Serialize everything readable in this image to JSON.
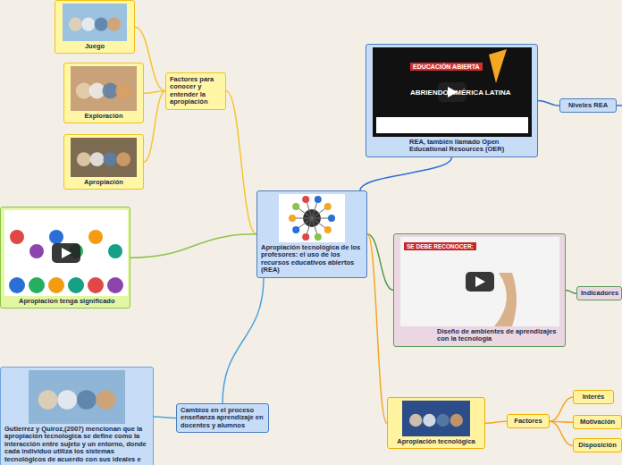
{
  "diagram": {
    "nodes": [
      {
        "text": [
          "Apropiación tecnológica de los profesores: el uso de los recursos educativos abiertos (REA)"
        ]
      },
      {
        "text": [
          "Factores para conocer y entender la apropiación"
        ]
      },
      {
        "text": [
          "Juego"
        ]
      },
      {
        "text": [
          "Exploración"
        ]
      },
      {
        "text": [
          "Apropiación"
        ]
      },
      {
        "text": [
          "Apropiacion tenga significado"
        ]
      },
      {
        "text": [
          "Cambios en el proceso enseñanza aprendizaje en docentes y alumnos"
        ]
      },
      {
        "text": [
          "Gutierrez y Quiroz,(2007) mencionan que la apropiación tecnologica se define como la interacción entre sujeto y un entorno, donde cada individuo utiliza los sistemas tecnológicos de acuerdo con sus ideales e"
        ]
      },
      {
        "text": [
          "REA, también llamado Open Educational Resources (OER)"
        ]
      },
      {
        "text": [
          "Niveles REA"
        ]
      },
      {
        "text": [
          "Diseño de ambientes de aprendizajes con la tecnología"
        ]
      },
      {
        "text": [
          "Indicadores"
        ]
      },
      {
        "text": [
          "Apropiación tecnológica"
        ]
      },
      {
        "text": [
          "Factores"
        ]
      },
      {
        "text": [
          "Interés"
        ]
      },
      {
        "text": [
          "Motivación"
        ]
      },
      {
        "text": [
          "Disposición"
        ]
      }
    ],
    "edges": [
      {
        "from": 0,
        "to": 1,
        "arrow": "none"
      },
      {
        "from": 1,
        "to": 2,
        "arrow": "none"
      },
      {
        "from": 1,
        "to": 3,
        "arrow": "none"
      },
      {
        "from": 1,
        "to": 4,
        "arrow": "none"
      },
      {
        "from": 0,
        "to": 5,
        "arrow": "none"
      },
      {
        "from": 0,
        "to": 6,
        "arrow": "none"
      },
      {
        "from": 6,
        "to": 7,
        "arrow": "none"
      },
      {
        "from": 0,
        "to": 8,
        "arrow": "none"
      },
      {
        "from": 8,
        "to": 9,
        "arrow": "none"
      },
      {
        "from": 0,
        "to": 10,
        "arrow": "none"
      },
      {
        "from": 10,
        "to": 11,
        "arrow": "none"
      },
      {
        "from": 0,
        "to": 12,
        "arrow": "none"
      },
      {
        "from": 12,
        "to": 13,
        "arrow": "none"
      },
      {
        "from": 13,
        "to": 14,
        "arrow": "none"
      },
      {
        "from": 13,
        "to": 15,
        "arrow": "none"
      },
      {
        "from": 13,
        "to": 16,
        "arrow": "none"
      }
    ],
    "labels": [
      "EDUCACIÓN ABIERTA",
      "ABRIENDO AMÉRICA LATINA",
      "SE DEBE RECONOCER:"
    ]
  }
}
